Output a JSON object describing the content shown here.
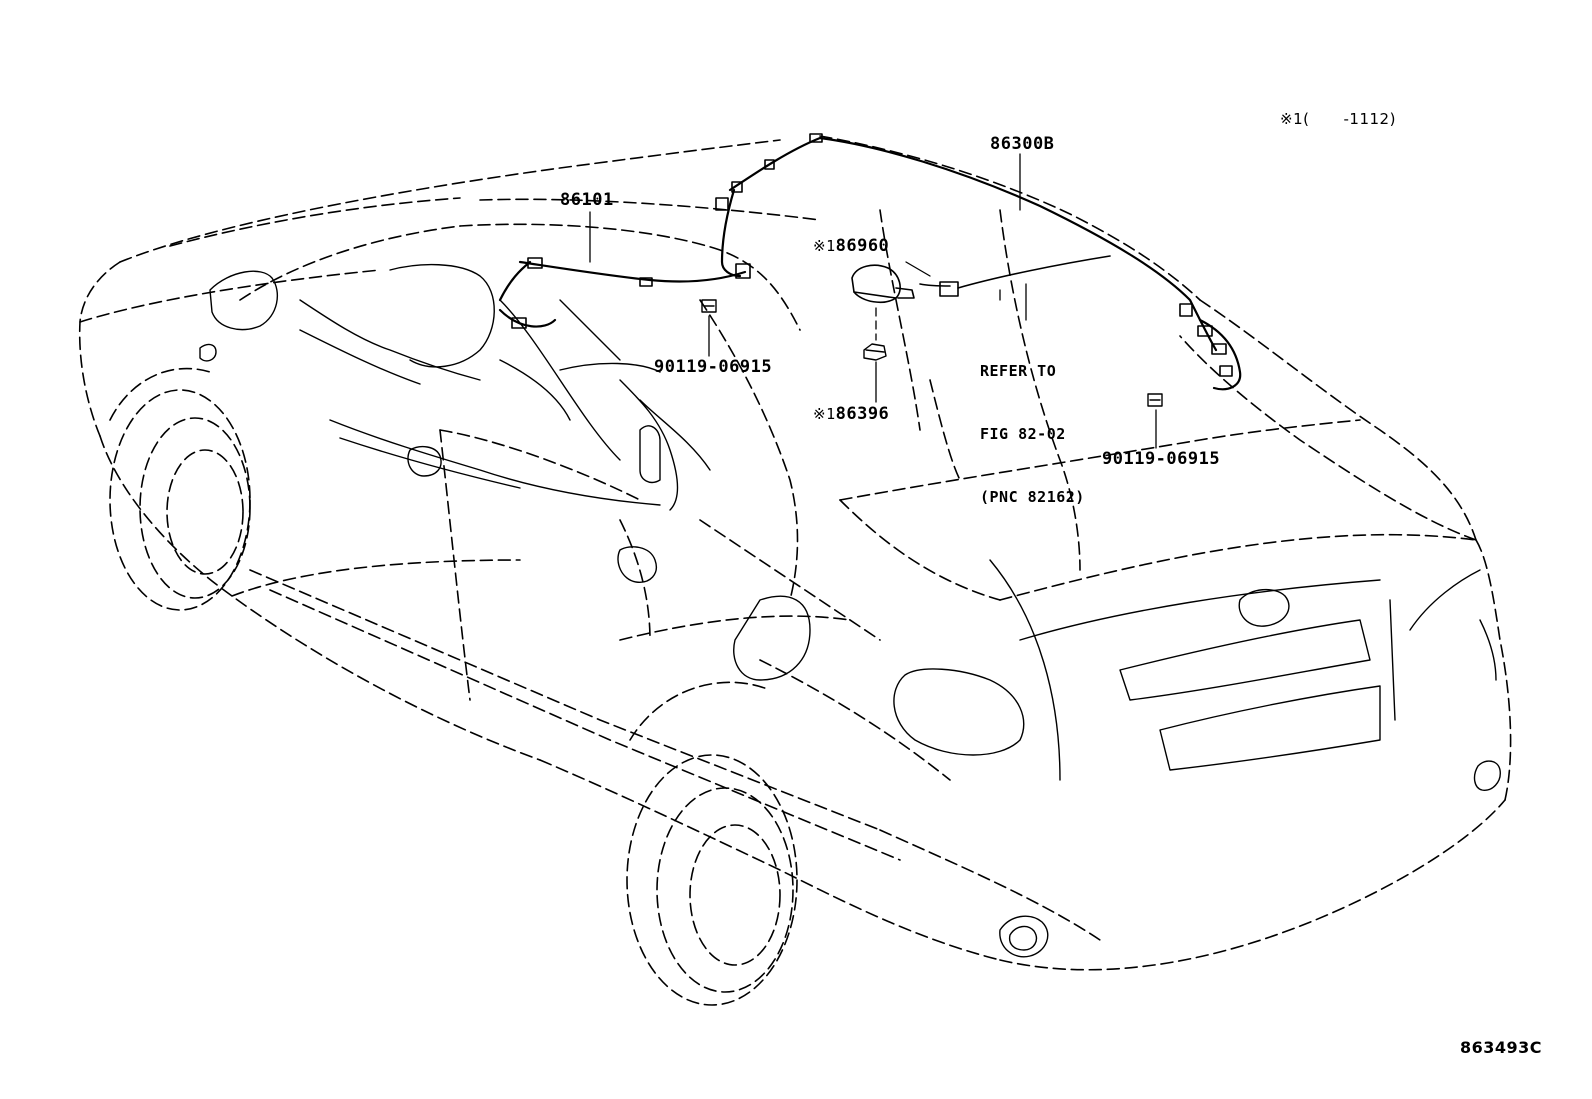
{
  "header_note": {
    "mark": "※1",
    "open": "(",
    "range": "-1112)"
  },
  "callouts": {
    "harness_roof": "86300B",
    "radio_unit": "86101",
    "antenna_mark": "※1",
    "antenna": "86960",
    "cushion_mark": "※1",
    "cushion": "86396",
    "screw_front": "90119-06915",
    "screw_rear": "90119-06915"
  },
  "refer": {
    "line1": "REFER TO",
    "line2": "FIG 82-02",
    "line3": "(PNC 82162)"
  },
  "figure_code": "863493C"
}
